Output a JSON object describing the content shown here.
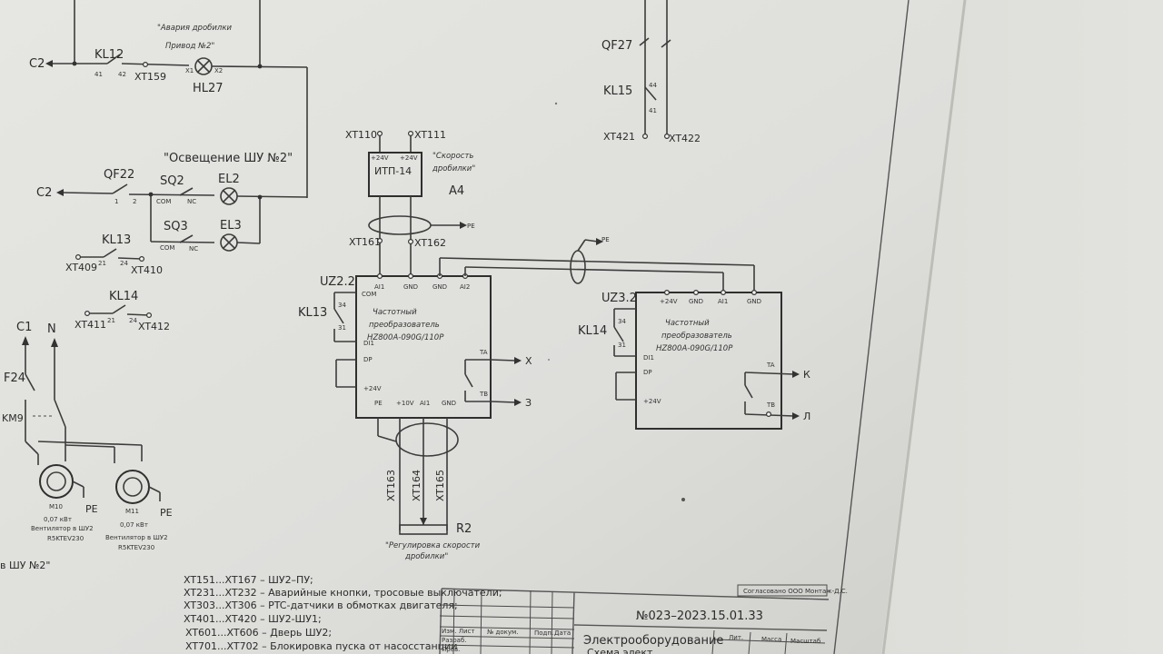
{
  "top_left": {
    "label_emergency": "\"Авария дробилки",
    "label_emergency2": "Привод №2\"",
    "kl12": "KL12",
    "kl12_p1": "41",
    "kl12_p2": "42",
    "c2_top": "С2",
    "xt159": "XT159",
    "hl27": "HL27",
    "x1": "X1",
    "x2": "X2",
    "lighting": "\"Освещение ШУ №2\"",
    "qf22": "QF22",
    "qf22_p1": "1",
    "qf22_p2": "2",
    "c2_mid": "С2",
    "sq2": "SQ2",
    "sq3": "SQ3",
    "el2": "EL2",
    "el3": "EL3",
    "com": "COM",
    "nc": "NC",
    "kl13": "KL13",
    "xt409": "XT409",
    "xt410": "XT410",
    "kl14": "KL14",
    "xt411": "XT411",
    "xt412": "XT412",
    "p21": "21",
    "p24": "24"
  },
  "motors": {
    "c1": "С1",
    "n": "N",
    "f24": "F24",
    "km9": "KM9",
    "m10": "M10",
    "m11": "M11",
    "spec": "0,07 кВт",
    "fan1": "Вентилятор в ШУ2",
    "fan2": "Вентилятор в ШУ2",
    "model": "R5KTEV230",
    "pe1": "PE",
    "pe2": "PE",
    "bottom_label": "в ШУ №2\""
  },
  "isolator": {
    "xt110": "XT110",
    "xt111": "XT111",
    "name": "ИТП-14",
    "speed": "\"Скорость",
    "speed2": "дробилки\"",
    "a4": "A4",
    "pe": "PE",
    "xt161": "XT161",
    "xt162": "XT162",
    "pin24": "+24V",
    "pin_in": "+24V"
  },
  "vfd1": {
    "designator": "UZ2.2",
    "kl13": "KL13",
    "c34": "34",
    "c31": "31",
    "line1": "Частотный",
    "line2": "преобразователь",
    "line3": "HZ800A-090G/110P",
    "top_ai1": "AI1",
    "top_gnd": "GND",
    "top_gnd2": "GND",
    "top_ai2": "AI2",
    "com": "COM",
    "di1": "DI1",
    "dp": "DP",
    "p24": "+24V",
    "ta": "TA",
    "tb": "TB",
    "out_x": "X",
    "out_z": "З",
    "pe": "PE",
    "b10v": "+10V",
    "bai1": "AI1",
    "bgnd": "GND",
    "xt163": "XT163",
    "xt164": "XT164",
    "xt165": "XT165",
    "r2": "R2",
    "pot1": "\"Регулировка скорости",
    "pot2": "дробилки\"",
    "pe_top": "PE"
  },
  "vfd2": {
    "designator": "UZ3.2",
    "kl14": "KL14",
    "c34": "34",
    "c31": "31",
    "line1": "Частотный",
    "line2": "преобразователь",
    "line3": "HZ800A-090G/110P",
    "t24": "+24V",
    "tgnd": "GND",
    "tai1": "AI1",
    "tgnd2": "GND",
    "di1": "DI1",
    "dp": "DP",
    "p24": "+24V",
    "ta": "TA",
    "tb": "TB",
    "out_k": "К",
    "out_l": "Л"
  },
  "top_right": {
    "qf27": "QF27",
    "kl15": "KL15",
    "p44": "44",
    "p41": "41",
    "xt421": "XT421",
    "xt422": "XT422"
  },
  "notes": [
    "XT151...XT167 – ШУ2–ПУ;",
    "XT231...XT232 – Аварийные кнопки, тросовые выключатели;",
    "XT303...XT306 – PTC-датчики в обмотках двигателя;",
    "XT401...XT420 – ШУ2-ШУ1;",
    "XT601...XT606 – Дверь ШУ2;",
    "XT701...XT702 – Блокировка пуска от насосстанции"
  ],
  "title_block": {
    "doc_number": "№023–2023.15.01.33",
    "title": "Электрооборудование",
    "sub_title": "Схема элект...",
    "lit": "Лит.",
    "mass": "Масса",
    "scale": "Масштаб",
    "r1": "Изм. Лист",
    "r2": "№ докум.",
    "r3": "Подп.",
    "r4": "Дата",
    "r5": "Разраб.",
    "r6": "Пров.",
    "stamp": "Согласовано  ООО Монтаж-Д.С."
  }
}
